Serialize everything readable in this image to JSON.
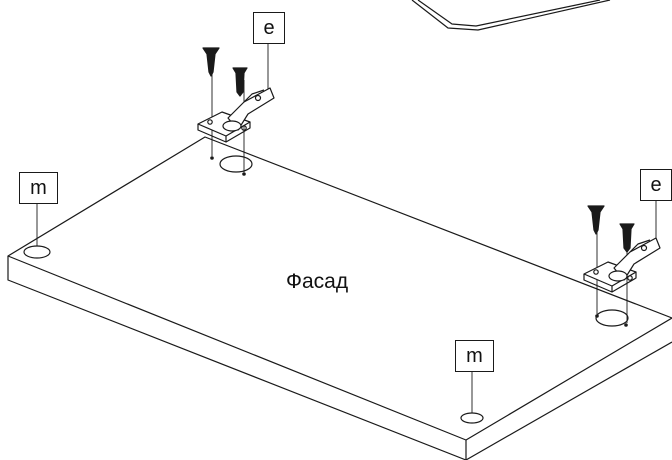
{
  "panel_label": "Фасад",
  "callouts": {
    "hinge_top": "e",
    "hinge_right": "e",
    "bumper_left": "m",
    "bumper_bottom": "m"
  }
}
